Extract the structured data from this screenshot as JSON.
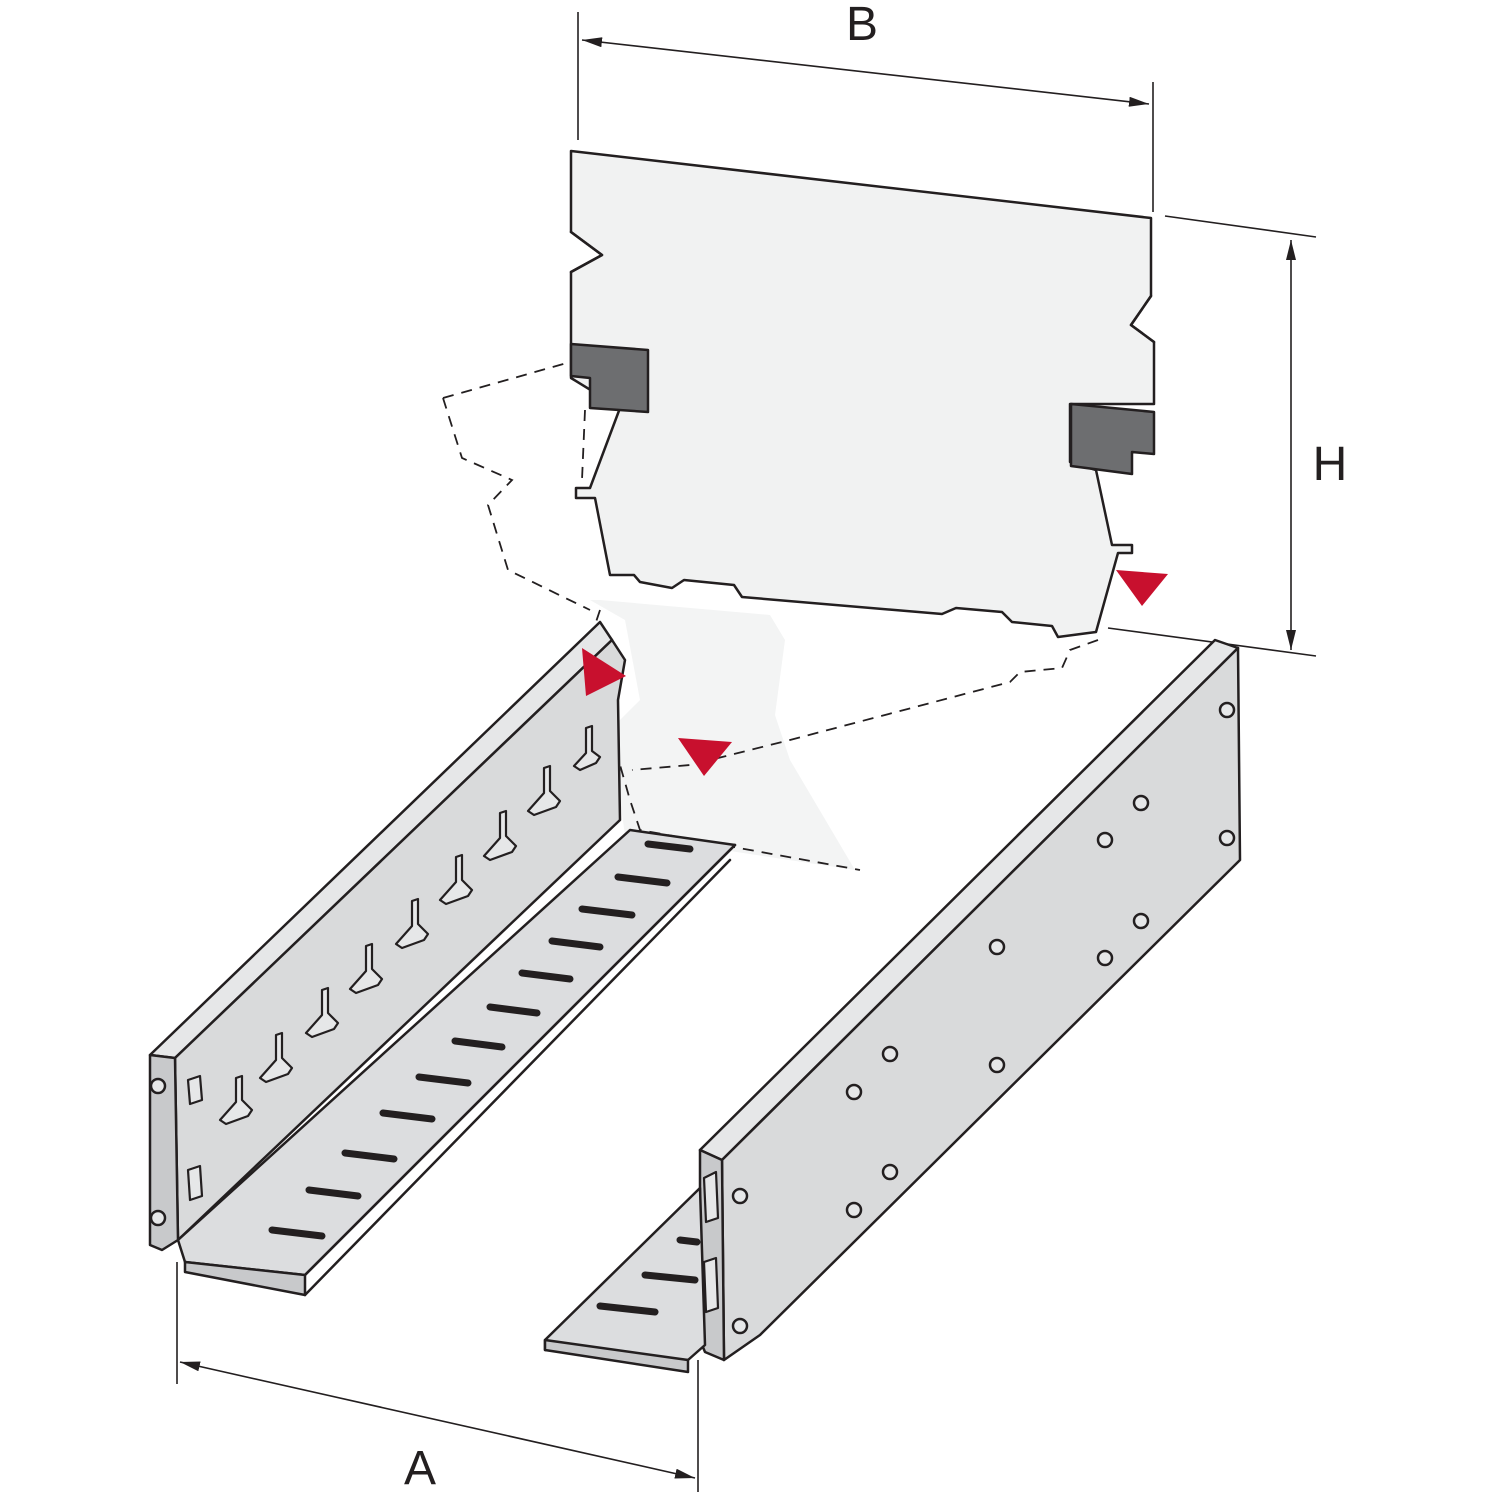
{
  "diagram": {
    "labels": {
      "dimension_a": "A",
      "dimension_b": "B",
      "dimension_h": "H"
    },
    "colors": {
      "line": "#231f20",
      "panel_fill": "#f1f2f2",
      "rail_fill": "#d9dadb",
      "clip_fill": "#6d6e70",
      "marker_red": "#c8102e"
    }
  }
}
